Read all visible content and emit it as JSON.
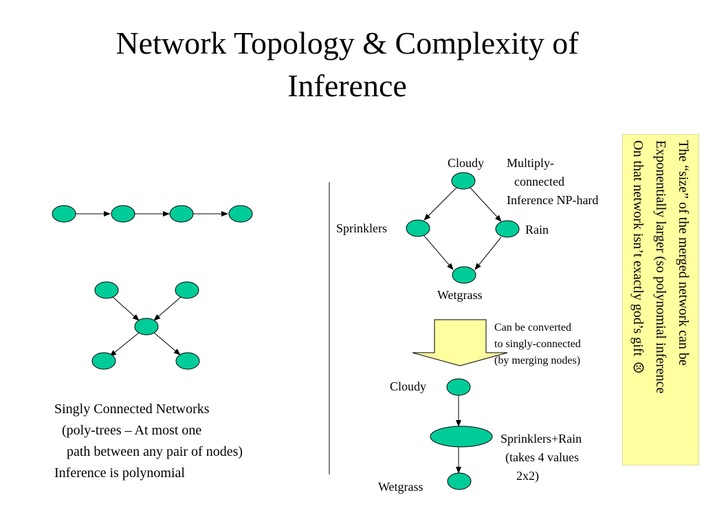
{
  "slide": {
    "title_line1": "Network Topology & Complexity of",
    "title_line2": "Inference"
  },
  "left_panel": {
    "caption_line1": "Singly Connected Networks",
    "caption_line2": "(poly-trees – At most one",
    "caption_line3": "path between any pair of nodes)",
    "caption_line4": "Inference is polynomial"
  },
  "multiply_connected": {
    "node_cloudy": "Cloudy",
    "node_sprinklers": "Sprinklers",
    "node_rain": "Rain",
    "node_wetgrass": "Wetgrass",
    "note_line1": "Multiply-",
    "note_line2": "connected",
    "note_line3": "Inference NP-hard"
  },
  "conversion": {
    "line1": "Can be converted",
    "line2": "to singly-connected",
    "line3": "(by merging nodes)"
  },
  "merged_network": {
    "node_cloudy": "Cloudy",
    "node_merged": "Sprinklers+Rain",
    "merged_note_line1": "(takes 4 values",
    "merged_note_line2": "2x2)",
    "node_wetgrass": "Wetgrass"
  },
  "side_note": {
    "line1": "The “size” of the merged network can be",
    "line2": "Exponentially larger (so polynomial inference",
    "line3": "On that network isn’t exactly god’s gift ☹"
  },
  "colors": {
    "node_fill": "#00cc99",
    "arrow_fill": "#ffffa0",
    "note_background": "#ffffa0"
  }
}
